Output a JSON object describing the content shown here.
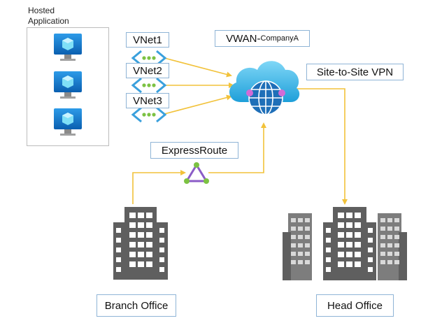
{
  "hosted_application": {
    "title_line1": "Hosted",
    "title_line2": "Application"
  },
  "vnets": [
    "VNet1",
    "VNet2",
    "VNet3"
  ],
  "vwan": {
    "prefix": "VWAN-",
    "suffix": "CompanyA"
  },
  "site_to_site": "Site-to-Site VPN",
  "express_route": "ExpressRoute",
  "branch_office": "Branch Office",
  "head_office": "Head Office",
  "colors": {
    "connector": "#f2c23a",
    "label_border": "#8fb4d6",
    "building": "#5f5f5f",
    "cloud": "#37b8e8",
    "triangle": "#8b5cc7",
    "triangle_nodes": "#7cc242"
  }
}
